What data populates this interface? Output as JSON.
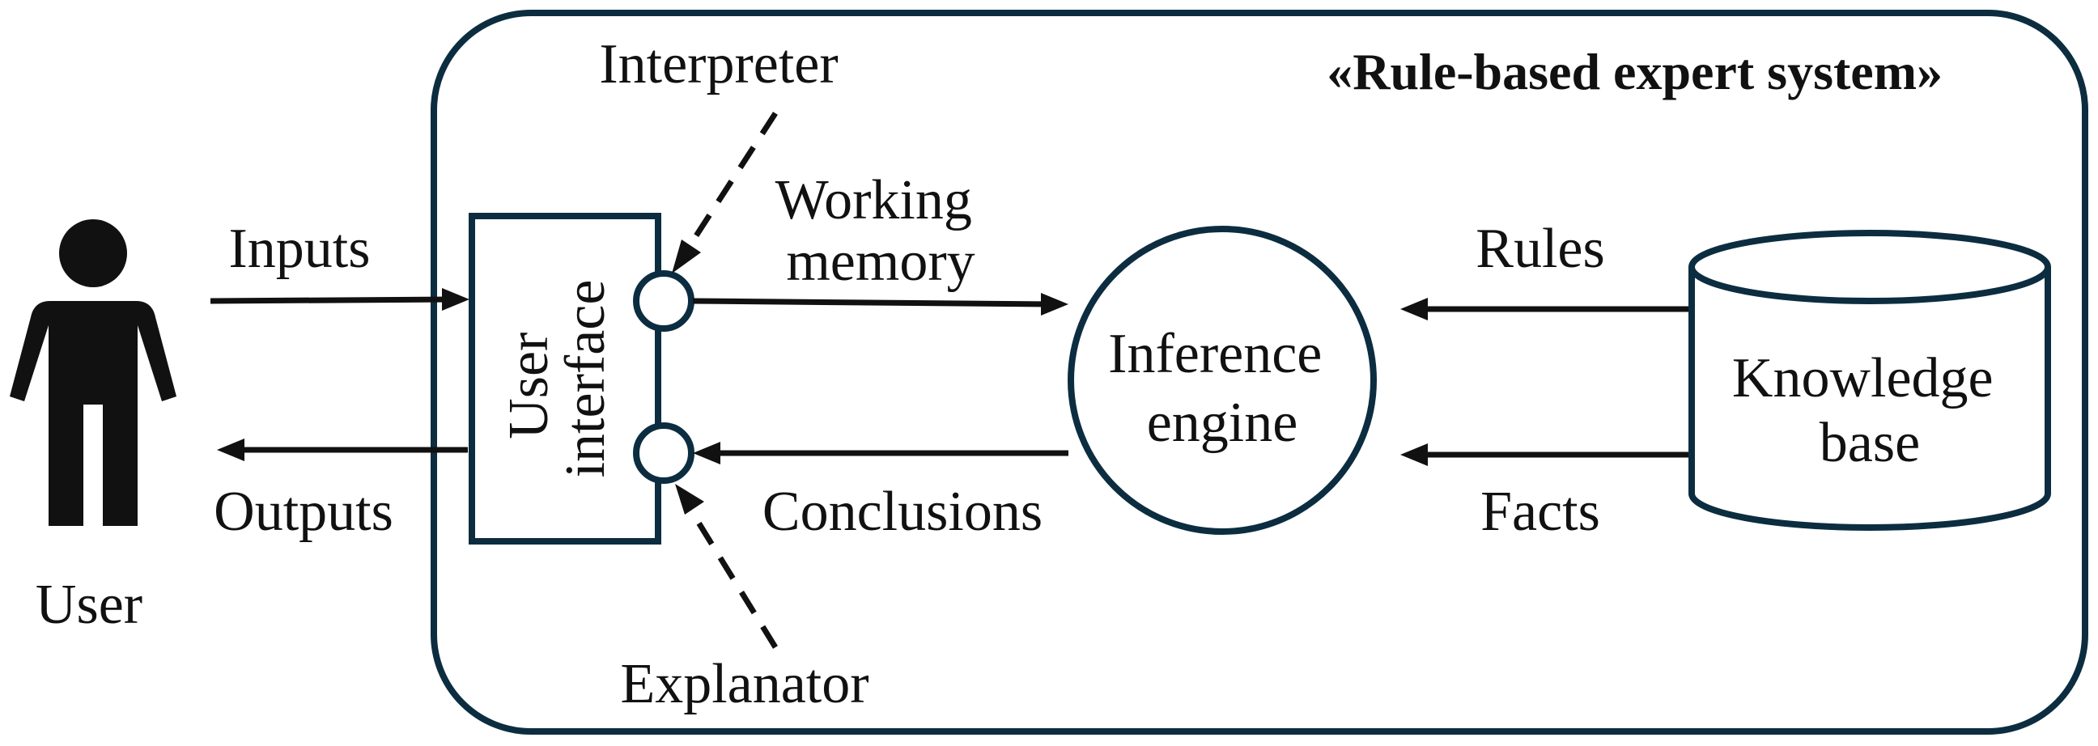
{
  "system_label": "«Rule-based expert system»",
  "actor": {
    "label": "User"
  },
  "nodes": {
    "user_interface": [
      "User",
      "interface"
    ],
    "inference_engine": [
      "Inference",
      "engine"
    ],
    "knowledge_base": [
      "Knowledge",
      "base"
    ]
  },
  "arrows": {
    "inputs": "Inputs",
    "outputs": "Outputs",
    "working_memory": [
      "Working",
      "memory"
    ],
    "conclusions": "Conclusions",
    "rules": "Rules",
    "facts": "Facts",
    "interpreter": "Interpreter",
    "explanator": "Explanator"
  },
  "colors": {
    "frame": "#0c2d40",
    "ink": "#111111"
  }
}
